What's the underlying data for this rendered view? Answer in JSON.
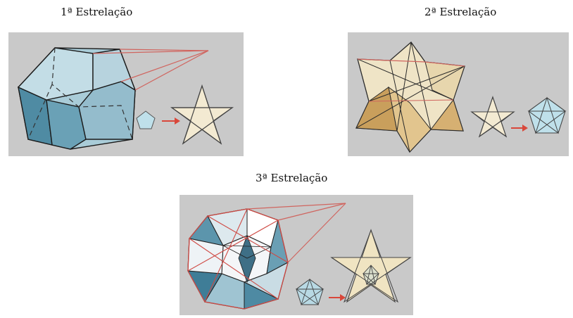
{
  "figure": {
    "captions": {
      "first": "1ª Estrelação",
      "second": "2ª Estrelação",
      "third": "3ª Estrelação"
    },
    "colors": {
      "panel_background": "#c9c9c9",
      "dodecahedron_face": "#a9ccd8",
      "dodecahedron_shadow": "#4f8ba3",
      "star_fill": "#f3ead2",
      "golden_face": "#d8b77a",
      "construction_line": "#d0655f",
      "arrow": "#d9473a"
    },
    "icons": [
      "pentagon-icon",
      "pentagram-icon",
      "arrow-right-icon",
      "dodecahedron-icon",
      "stellated-dodecahedron-icon"
    ]
  }
}
